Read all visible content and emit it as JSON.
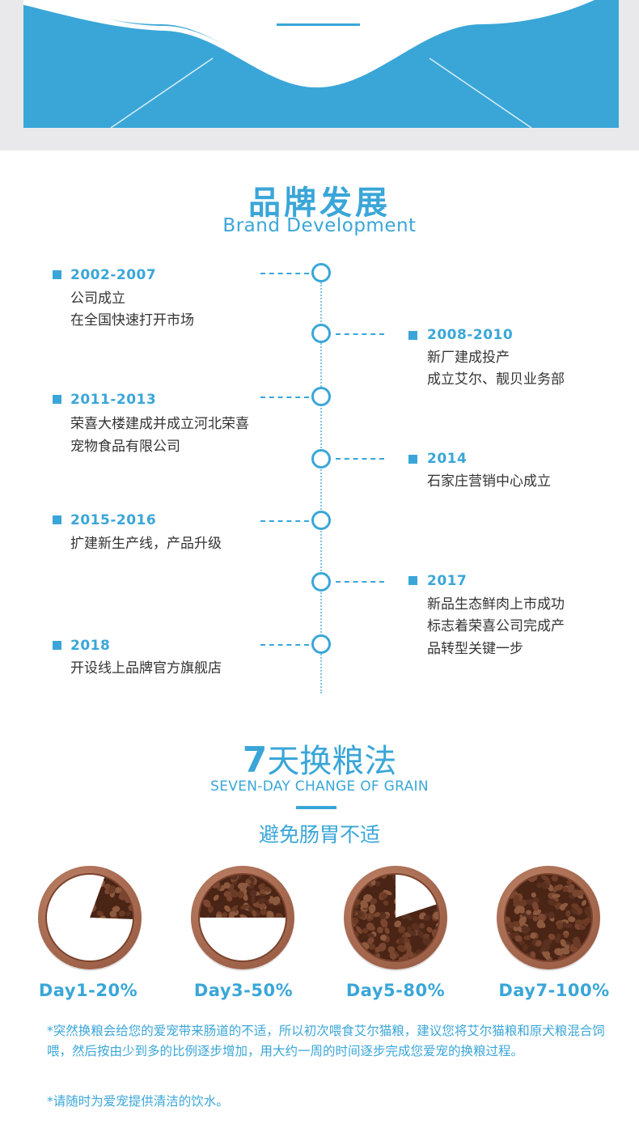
{
  "brand": {
    "title": "品牌发展",
    "subtitle": "Brand Development"
  },
  "timeline": [
    {
      "year": "2002-2007",
      "lines": [
        "公司成立",
        "在全国快速打开市场"
      ],
      "side": "left"
    },
    {
      "year": "2008-2010",
      "lines": [
        "新厂建成投产",
        "成立艾尔、靓贝业务部"
      ],
      "side": "right"
    },
    {
      "year": "2011-2013",
      "lines": [
        "荣喜大楼建成并成立河北荣喜",
        "宠物食品有限公司"
      ],
      "side": "left"
    },
    {
      "year": "2014",
      "lines": [
        "石家庄营销中心成立"
      ],
      "side": "right"
    },
    {
      "year": "2015-2016",
      "lines": [
        "扩建新生产线，产品升级"
      ],
      "side": "left"
    },
    {
      "year": "2017",
      "lines": [
        "新品生态鲜肉上市成功",
        "标志着荣喜公司完成产",
        "品转型关键一步"
      ],
      "side": "right"
    },
    {
      "year": "2018",
      "lines": [
        "开设线上品牌官方旗舰店"
      ],
      "side": "left"
    }
  ],
  "seven_day": {
    "title_number": "7",
    "title_text": "天换粮法",
    "subtitle": "SEVEN-DAY CHANGE OF GRAIN",
    "tagline": "避免肠胃不适",
    "days": [
      {
        "label": "Day1-20%",
        "new_food_percent": 20
      },
      {
        "label": "Day3-50%",
        "new_food_percent": 50
      },
      {
        "label": "Day5-80%",
        "new_food_percent": 80
      },
      {
        "label": "Day7-100%",
        "new_food_percent": 100
      }
    ]
  },
  "notes": {
    "note1": "*突然换粮会给您的爱宠带来肠道的不适，所以初次喂食艾尔猫粮，建议您将艾尔猫粮和原犬粮混合饲喂，然后按由少到多的比例逐步增加，用大约一周的时间逐步完成您爱宠的换粮过程。",
    "note2": "*请随时为爱宠提供清洁的饮水。"
  },
  "colors": {
    "accent": "#3aa6d8",
    "banner_grey": "#e9e9ec",
    "bowl_rim": "#9a5d45",
    "kibble": "#6b3b25"
  }
}
